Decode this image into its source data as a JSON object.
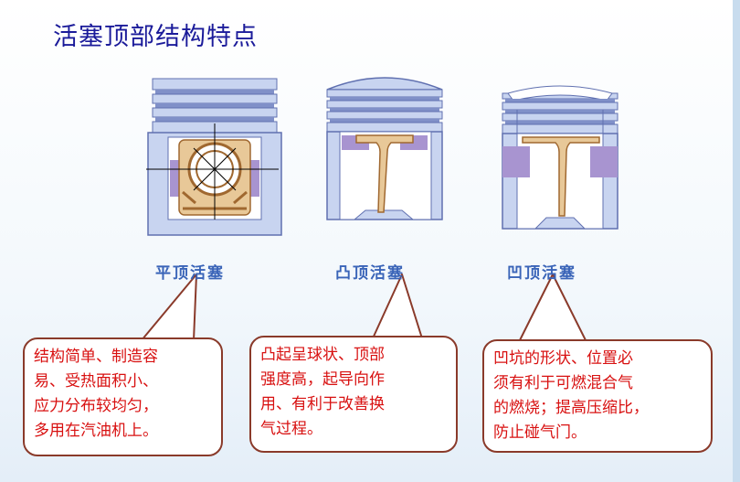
{
  "title": "活塞顶部结构特点",
  "pistons": [
    {
      "label": "平顶活塞"
    },
    {
      "label": "凸顶活塞"
    },
    {
      "label": "凹顶活塞"
    }
  ],
  "callouts": [
    {
      "lines": [
        "结构简单、制造容",
        "易、受热面积小、",
        "应力分布较均匀，",
        "多用在汽油机上。"
      ]
    },
    {
      "lines": [
        "凸起呈球状、顶部",
        "强度高，起导向作",
        "用、有利于改善换",
        "气过程。"
      ]
    },
    {
      "lines": [
        "凹坑的形状、位置必",
        "须有利于可燃混合气",
        "的燃烧；提高压缩比，",
        "防止碰气门。"
      ]
    }
  ],
  "colors": {
    "title": "#1b1b9a",
    "label": "#3a64b8",
    "callout_text": "#d81010",
    "body_fill": "#c8d4f0",
    "accent_fill": "#a894d0",
    "rib_fill": "#e8c898"
  }
}
